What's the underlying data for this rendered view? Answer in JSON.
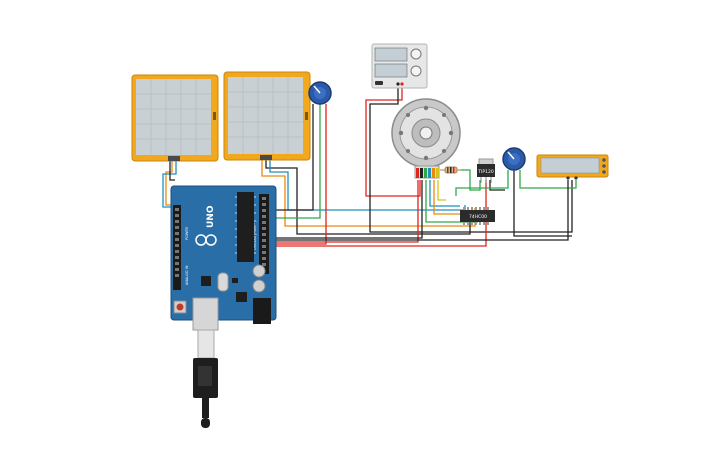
{
  "circuit": {
    "arduino": {
      "model_label": "UNO",
      "digital_label": "DIGITAL (PWM~)",
      "analog_label": "ANALOG IN",
      "power_label": "POWER"
    },
    "oscilloscope_1": {
      "name": "oscilloscope-left"
    },
    "oscilloscope_2": {
      "name": "oscilloscope-right"
    },
    "power_supply": {
      "name": "dc-power-supply"
    },
    "motor": {
      "name": "dc-motor-encoder"
    },
    "transistor": {
      "label": "TIP120"
    },
    "ic": {
      "label": "74HC00"
    },
    "lcd": {
      "name": "lcd-display"
    },
    "colors": {
      "wire_red": "#e0241c",
      "wire_black": "#222222",
      "wire_green": "#2fa84a",
      "wire_blue": "#1f8fc0",
      "wire_orange": "#e88a12",
      "arduino_blue": "#2a6ea8",
      "scope_frame": "#f2a81d",
      "knob_blue": "#2a5aa8"
    }
  }
}
